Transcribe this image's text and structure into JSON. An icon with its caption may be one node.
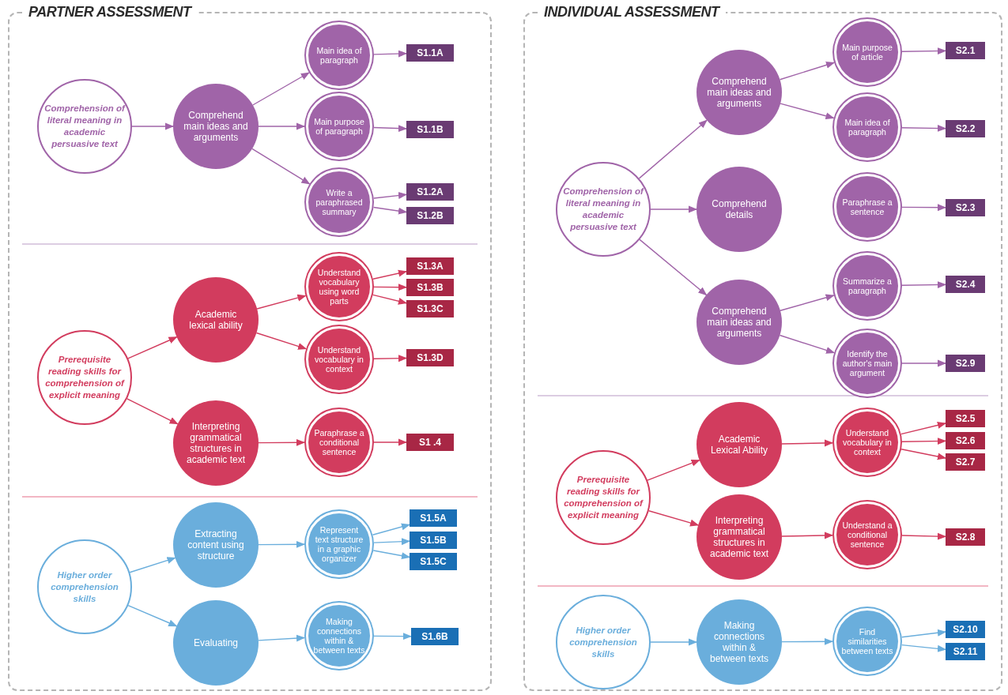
{
  "diagram": {
    "nodes": [
      {
        "text": [
          "PARTNER ASSESSMENT"
        ]
      },
      {
        "text": [
          "Comprehension of literal meaning in academic persuasive text"
        ],
        "in": 0
      },
      {
        "text": [
          "Comprehend main ideas and arguments"
        ],
        "in": 0
      },
      {
        "text": [
          "Main idea of paragraph"
        ],
        "in": 0
      },
      {
        "text": [
          "S1.1A"
        ],
        "in": 0
      },
      {
        "text": [
          "Main purpose of paragraph"
        ],
        "in": 0
      },
      {
        "text": [
          "S1.1B"
        ],
        "in": 0
      },
      {
        "text": [
          "Write a paraphrased summary"
        ],
        "in": 0
      },
      {
        "text": [
          "S1.2A"
        ],
        "in": 0
      },
      {
        "text": [
          "S1.2B"
        ],
        "in": 0
      },
      {
        "text": [
          "Prerequisite reading skills for comprehension of explicit meaning"
        ],
        "in": 0
      },
      {
        "text": [
          "Academic lexical ability"
        ],
        "in": 0
      },
      {
        "text": [
          "Understand vocabulary using word parts"
        ],
        "in": 0
      },
      {
        "text": [
          "S1.3A"
        ],
        "in": 0
      },
      {
        "text": [
          "S1.3B"
        ],
        "in": 0
      },
      {
        "text": [
          "S1.3C"
        ],
        "in": 0
      },
      {
        "text": [
          "Understand vocabulary in context"
        ],
        "in": 0
      },
      {
        "text": [
          "S1.3D"
        ],
        "in": 0
      },
      {
        "text": [
          "Interpreting grammatical structures in academic text"
        ],
        "in": 0
      },
      {
        "text": [
          "Paraphrase a conditional sentence"
        ],
        "in": 0
      },
      {
        "text": [
          "S1 .4"
        ],
        "in": 0
      },
      {
        "text": [
          "Higher order comprehension skills"
        ],
        "in": 0
      },
      {
        "text": [
          "Extracting content using structure"
        ],
        "in": 0
      },
      {
        "text": [
          "Represent text structure in a graphic organizer"
        ],
        "in": 0
      },
      {
        "text": [
          "S1.5A"
        ],
        "in": 0
      },
      {
        "text": [
          "S1.5B"
        ],
        "in": 0
      },
      {
        "text": [
          "S1.5C"
        ],
        "in": 0
      },
      {
        "text": [
          "Evaluating"
        ],
        "in": 0
      },
      {
        "text": [
          "Making connections within & between texts"
        ],
        "in": 0
      },
      {
        "text": [
          "S1.6B"
        ],
        "in": 0
      },
      {
        "text": [
          "INDIVIDUAL ASSESSMENT"
        ]
      },
      {
        "text": [
          "Comprehension of literal meaning in academic persuasive text"
        ],
        "in": 30
      },
      {
        "text": [
          "Comprehend main ideas and arguments"
        ],
        "in": 30
      },
      {
        "text": [
          "Main purpose of article"
        ],
        "in": 30
      },
      {
        "text": [
          "S2.1"
        ],
        "in": 30
      },
      {
        "text": [
          "Main idea of paragraph"
        ],
        "in": 30
      },
      {
        "text": [
          "S2.2"
        ],
        "in": 30
      },
      {
        "text": [
          "Comprehend details"
        ],
        "in": 30
      },
      {
        "text": [
          "Paraphrase a sentence"
        ],
        "in": 30
      },
      {
        "text": [
          "S2.3"
        ],
        "in": 30
      },
      {
        "text": [
          "Comprehend main ideas and arguments"
        ],
        "in": 30
      },
      {
        "text": [
          "Summarize a paragraph"
        ],
        "in": 30
      },
      {
        "text": [
          "S2.4"
        ],
        "in": 30
      },
      {
        "text": [
          "Identify the author's main argument"
        ],
        "in": 30
      },
      {
        "text": [
          "S2.9"
        ],
        "in": 30
      },
      {
        "text": [
          "Prerequisite reading skills for comprehension of explicit meaning"
        ],
        "in": 30
      },
      {
        "text": [
          "Academic Lexical Ability"
        ],
        "in": 30
      },
      {
        "text": [
          "Understand vocabulary in context"
        ],
        "in": 30
      },
      {
        "text": [
          "S2.5"
        ],
        "in": 30
      },
      {
        "text": [
          "S2.6"
        ],
        "in": 30
      },
      {
        "text": [
          "S2.7"
        ],
        "in": 30
      },
      {
        "text": [
          "Interpreting grammatical structures in academic text"
        ],
        "in": 30
      },
      {
        "text": [
          "Understand a conditional sentence"
        ],
        "in": 30
      },
      {
        "text": [
          "S2.8"
        ],
        "in": 30
      },
      {
        "text": [
          "Higher order comprehension skills"
        ],
        "in": 30
      },
      {
        "text": [
          "Making connections within & between texts"
        ],
        "in": 30
      },
      {
        "text": [
          "Find similarities between texts"
        ],
        "in": 30
      },
      {
        "text": [
          "S2.10"
        ],
        "in": 30
      },
      {
        "text": [
          "S2.11"
        ],
        "in": 30
      }
    ],
    "edges": [
      {
        "from": 1,
        "to": 2,
        "arrow": "to"
      },
      {
        "from": 2,
        "to": 3,
        "arrow": "to"
      },
      {
        "from": 2,
        "to": 5,
        "arrow": "to"
      },
      {
        "from": 2,
        "to": 7,
        "arrow": "to"
      },
      {
        "from": 3,
        "to": 4,
        "arrow": "to"
      },
      {
        "from": 5,
        "to": 6,
        "arrow": "to"
      },
      {
        "from": 7,
        "to": 8,
        "arrow": "to"
      },
      {
        "from": 7,
        "to": 9,
        "arrow": "to"
      },
      {
        "from": 10,
        "to": 11,
        "arrow": "to",
        "color": "#d23c5e"
      },
      {
        "from": 10,
        "to": 18,
        "arrow": "to",
        "color": "#d23c5e"
      },
      {
        "from": 11,
        "to": 12,
        "arrow": "to",
        "color": "#d23c5e"
      },
      {
        "from": 11,
        "to": 16,
        "arrow": "to",
        "color": "#d23c5e"
      },
      {
        "from": 12,
        "to": 13,
        "arrow": "to",
        "color": "#d23c5e"
      },
      {
        "from": 12,
        "to": 14,
        "arrow": "to",
        "color": "#d23c5e"
      },
      {
        "from": 12,
        "to": 15,
        "arrow": "to",
        "color": "#d23c5e"
      },
      {
        "from": 16,
        "to": 17,
        "arrow": "to",
        "color": "#d23c5e"
      },
      {
        "from": 18,
        "to": 19,
        "arrow": "to",
        "color": "#d23c5e"
      },
      {
        "from": 19,
        "to": 20,
        "arrow": "to",
        "color": "#d23c5e"
      },
      {
        "from": 21,
        "to": 22,
        "arrow": "to",
        "color": "#6aaedc"
      },
      {
        "from": 21,
        "to": 27,
        "arrow": "to",
        "color": "#6aaedc"
      },
      {
        "from": 22,
        "to": 23,
        "arrow": "to",
        "color": "#6aaedc"
      },
      {
        "from": 23,
        "to": 24,
        "arrow": "to",
        "color": "#6aaedc"
      },
      {
        "from": 23,
        "to": 25,
        "arrow": "to",
        "color": "#6aaedc"
      },
      {
        "from": 23,
        "to": 26,
        "arrow": "to",
        "color": "#6aaedc"
      },
      {
        "from": 27,
        "to": 28,
        "arrow": "to",
        "color": "#6aaedc"
      },
      {
        "from": 28,
        "to": 29,
        "arrow": "to",
        "color": "#6aaedc"
      },
      {
        "from": 31,
        "to": 32,
        "arrow": "to"
      },
      {
        "from": 31,
        "to": 37,
        "arrow": "to"
      },
      {
        "from": 31,
        "to": 40,
        "arrow": "to"
      },
      {
        "from": 32,
        "to": 33,
        "arrow": "to"
      },
      {
        "from": 32,
        "to": 35,
        "arrow": "to"
      },
      {
        "from": 33,
        "to": 34,
        "arrow": "to"
      },
      {
        "from": 35,
        "to": 36,
        "arrow": "to"
      },
      {
        "from": 38,
        "to": 39,
        "arrow": "to"
      },
      {
        "from": 40,
        "to": 41,
        "arrow": "to"
      },
      {
        "from": 40,
        "to": 43,
        "arrow": "to"
      },
      {
        "from": 41,
        "to": 42,
        "arrow": "to"
      },
      {
        "from": 43,
        "to": 44,
        "arrow": "to"
      },
      {
        "from": 45,
        "to": 46,
        "arrow": "to",
        "color": "#d23c5e"
      },
      {
        "from": 45,
        "to": 51,
        "arrow": "to",
        "color": "#d23c5e"
      },
      {
        "from": 46,
        "to": 47,
        "arrow": "to",
        "color": "#d23c5e"
      },
      {
        "from": 47,
        "to": 48,
        "arrow": "to",
        "color": "#d23c5e"
      },
      {
        "from": 47,
        "to": 49,
        "arrow": "to",
        "color": "#d23c5e"
      },
      {
        "from": 47,
        "to": 50,
        "arrow": "to",
        "color": "#d23c5e"
      },
      {
        "from": 51,
        "to": 52,
        "arrow": "to",
        "color": "#d23c5e"
      },
      {
        "from": 52,
        "to": 53,
        "arrow": "to",
        "color": "#d23c5e"
      },
      {
        "from": 54,
        "to": 55,
        "arrow": "to",
        "color": "#6aaedc"
      },
      {
        "from": 55,
        "to": 56,
        "arrow": "to",
        "color": "#6aaedc"
      },
      {
        "from": 56,
        "to": 57,
        "arrow": "to",
        "color": "#6aaedc"
      },
      {
        "from": 56,
        "to": 58,
        "arrow": "to",
        "color": "#6aaedc"
      }
    ]
  }
}
